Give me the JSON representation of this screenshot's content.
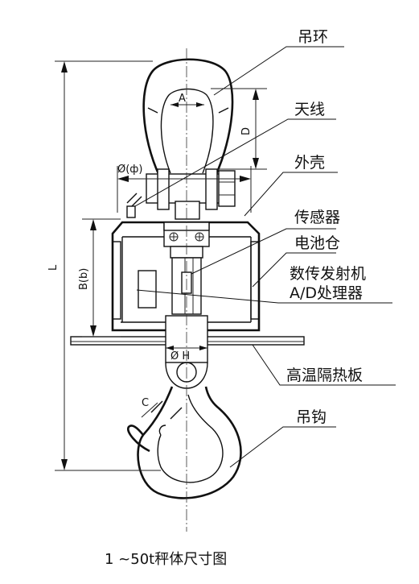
{
  "callouts": {
    "shackle": "吊环",
    "antenna": "天线",
    "housing": "外壳",
    "sensor": "传感器",
    "battery": "电池仓",
    "transmitter": "数传发射机",
    "processor": "A/D处理器",
    "heat_shield": "高温隔热板",
    "hook": "吊钩"
  },
  "dimensions": {
    "a": "A",
    "d": "D",
    "phi": "Ø(ф)",
    "b": "B(b)",
    "l": "L",
    "h": "Ø H",
    "c": "C"
  },
  "caption": "1 ~50t秤体尺寸图"
}
